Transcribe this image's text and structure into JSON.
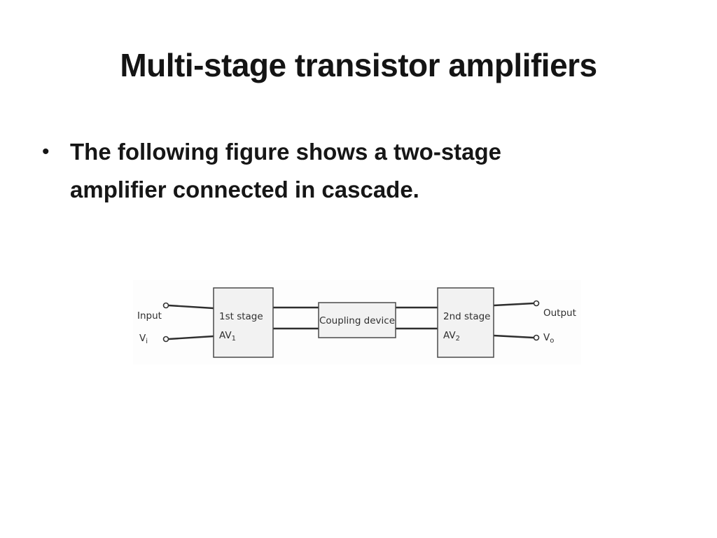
{
  "slide": {
    "title": "Multi-stage transistor amplifiers",
    "bullet": {
      "marker": "•",
      "lines": [
        "The following figure shows a two-stage",
        "amplifier connected in cascade."
      ]
    }
  },
  "diagram": {
    "input_label": "Input",
    "input_signal": {
      "base": "V",
      "sub": "i"
    },
    "stage1": {
      "name": "1st stage",
      "gain_base": "AV",
      "gain_sub": "1"
    },
    "coupling_label": "Coupling device",
    "stage2": {
      "name": "2nd stage",
      "gain_base": "AV",
      "gain_sub": "2"
    },
    "output_label": "Output",
    "output_signal": {
      "base": "V",
      "sub": "o"
    }
  }
}
